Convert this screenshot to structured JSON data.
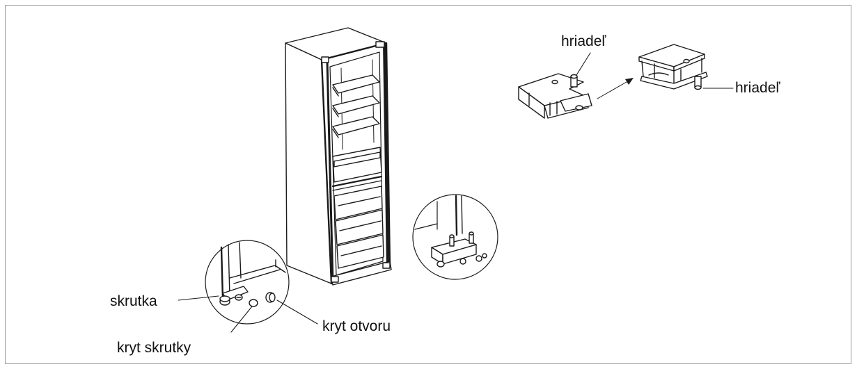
{
  "labels": {
    "shaft_top": "hriadeľ",
    "shaft_right": "hriadeľ",
    "screw": "skrutka",
    "screw_cover": "kryt skrutky",
    "hole_cover": "kryt otvoru"
  },
  "colors": {
    "line": "#1a1a1a",
    "frame_border": "#9a9a9a"
  }
}
